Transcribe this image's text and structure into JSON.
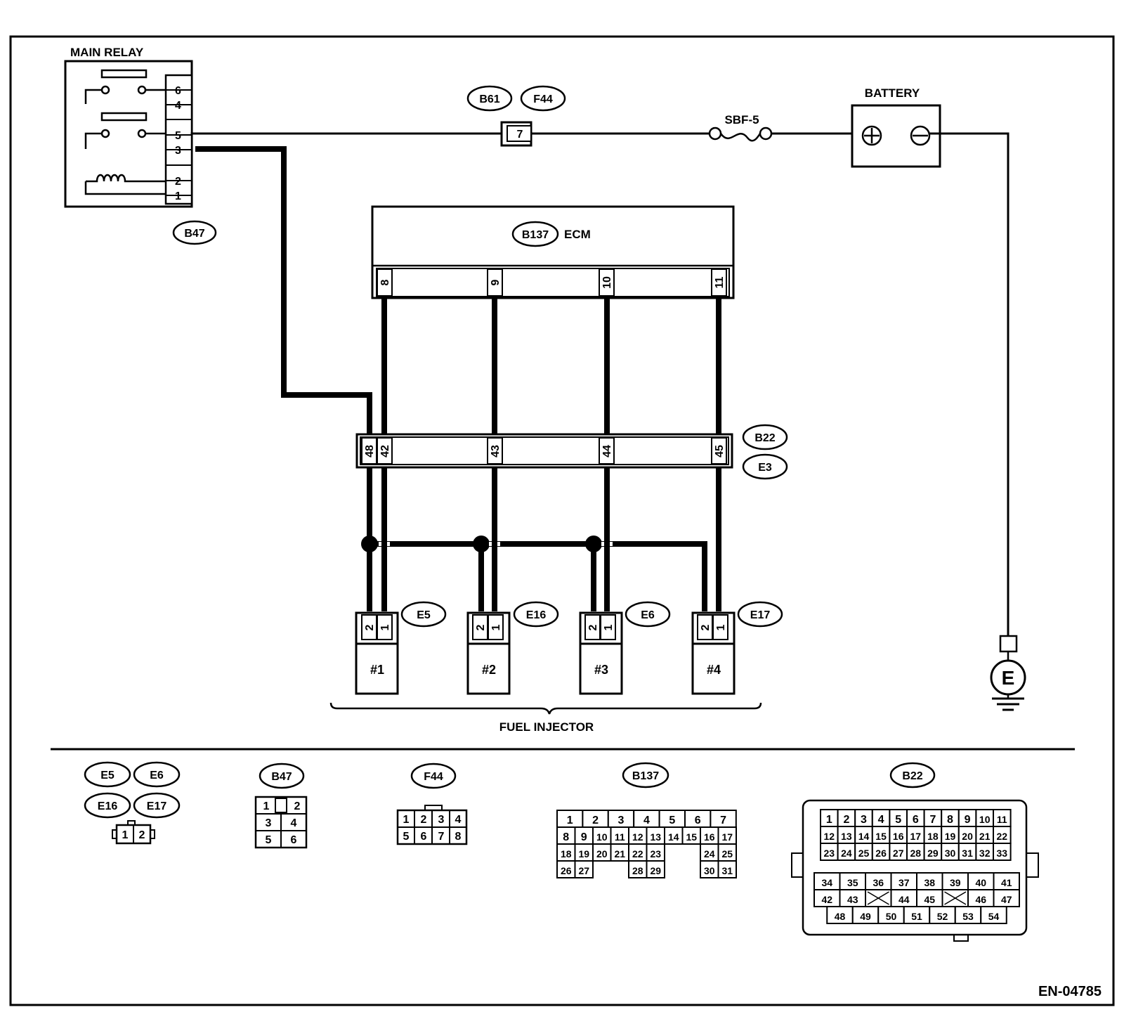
{
  "diagram_id": "EN-04785",
  "main_relay": {
    "title": "MAIN RELAY",
    "connector": "B47",
    "pins": [
      "6",
      "4",
      "5",
      "3",
      "2",
      "1"
    ]
  },
  "fuse_connector": {
    "connectors": [
      "B61",
      "F44"
    ],
    "pin": "7"
  },
  "fuse": {
    "label": "SBF-5"
  },
  "battery": {
    "label": "BATTERY"
  },
  "ground": {
    "label": "E"
  },
  "ecm": {
    "connector": "B137",
    "label": "ECM",
    "pins": [
      "8",
      "9",
      "10",
      "11"
    ]
  },
  "joint_connector": {
    "connectors": [
      "B22",
      "E3"
    ],
    "pins": [
      "48",
      "42",
      "43",
      "44",
      "45"
    ]
  },
  "injectors": {
    "label": "FUEL INJECTOR",
    "items": [
      {
        "connector": "E5",
        "name": "#1",
        "pins": [
          "2",
          "1"
        ]
      },
      {
        "connector": "E16",
        "name": "#2",
        "pins": [
          "2",
          "1"
        ]
      },
      {
        "connector": "E6",
        "name": "#3",
        "pins": [
          "2",
          "1"
        ]
      },
      {
        "connector": "E17",
        "name": "#4",
        "pins": [
          "2",
          "1"
        ]
      }
    ]
  },
  "connector_views": {
    "injector": {
      "labels": [
        "E5",
        "E6",
        "E16",
        "E17"
      ],
      "pins": [
        "1",
        "2"
      ]
    },
    "b47": {
      "label": "B47",
      "pins": [
        "1",
        "2",
        "3",
        "4",
        "5",
        "6"
      ]
    },
    "f44": {
      "label": "F44",
      "pins": [
        "1",
        "2",
        "3",
        "4",
        "5",
        "6",
        "7",
        "8"
      ]
    },
    "b137": {
      "label": "B137",
      "rows": [
        [
          "1",
          "2",
          "3",
          "4",
          "5",
          "6",
          "7"
        ],
        [
          "8",
          "9",
          "10",
          "11",
          "12",
          "13",
          "14",
          "15",
          "16",
          "17"
        ],
        [
          "18",
          "19",
          "20",
          "21",
          "22",
          "23",
          "24",
          "25"
        ],
        [
          "26",
          "27",
          "28",
          "29",
          "30",
          "31"
        ]
      ]
    },
    "b22": {
      "label": "B22",
      "rows": [
        [
          "1",
          "2",
          "3",
          "4",
          "5",
          "6",
          "7",
          "8",
          "9",
          "10",
          "11"
        ],
        [
          "12",
          "13",
          "14",
          "15",
          "16",
          "17",
          "18",
          "19",
          "20",
          "21",
          "22"
        ],
        [
          "23",
          "24",
          "25",
          "26",
          "27",
          "28",
          "29",
          "30",
          "31",
          "32",
          "33"
        ],
        [
          "34",
          "35",
          "36",
          "37",
          "38",
          "39",
          "40",
          "41"
        ],
        [
          "42",
          "43",
          "44",
          "45",
          "46",
          "47"
        ],
        [
          "48",
          "49",
          "50",
          "51",
          "52",
          "53",
          "54"
        ]
      ]
    }
  }
}
